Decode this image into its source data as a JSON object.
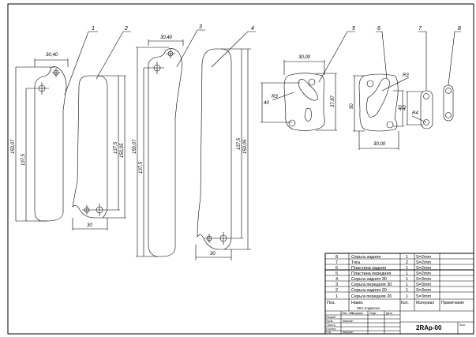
{
  "part_labels": [
    "1",
    "2",
    "3",
    "4",
    "5",
    "6",
    "7",
    "8"
  ],
  "dimensions": {
    "p1_width": "30,40",
    "p1_height": "150,07",
    "p1_hole": "137,5",
    "p2_width": "30",
    "p2_hole": "137,5",
    "p2_height": "150,05",
    "p3_width": "30,40",
    "p3_height": "150,07",
    "p3_hole": "137,5",
    "p4_width": "30",
    "p4_hole": "137,5",
    "p4_height": "150,05",
    "p5_width": "30,00",
    "p5_height": "37,87",
    "p5_hole": "40",
    "p5_radius": "R3",
    "p6_width": "30,00",
    "p6_height": "50",
    "p6_hole": "40",
    "p6_radius": "R3",
    "p7_hole": "40",
    "p7_radius": "R4"
  },
  "title_block": {
    "rows": [
      {
        "pos": "8",
        "name": "Серьга задняя",
        "qty": "1",
        "material": "S=2mm"
      },
      {
        "pos": "7",
        "name": "Тяга",
        "qty": "2",
        "material": "S=2mm"
      },
      {
        "pos": "6",
        "name": "Пластина задняя",
        "qty": "1",
        "material": "S=2mm"
      },
      {
        "pos": "5",
        "name": "Пластина передняя",
        "qty": "1",
        "material": "S=2mm"
      },
      {
        "pos": "4",
        "name": "Серьга задняя 30",
        "qty": "1",
        "material": "S=3mm"
      },
      {
        "pos": "3",
        "name": "Серьга передняя 30",
        "qty": "1",
        "material": "S=3mm"
      },
      {
        "pos": "2",
        "name": "Серьга задняя 20",
        "qty": "1",
        "material": "S=3mm"
      },
      {
        "pos": "1",
        "name": "Серьга передняя 20",
        "qty": "1",
        "material": "S=3mm"
      }
    ],
    "header": {
      "pos": "Поз.",
      "name": "Наим.",
      "subname": "2RA подвеска",
      "qty": "Кол.",
      "material": "Материал",
      "note": "Примечание"
    },
    "sign_cols": [
      "Изм. Лист",
      "№ докум.",
      "Подп.",
      "Дата"
    ],
    "sign_rows": [
      "Разраб.",
      "Пров.",
      "Т.контр.",
      "Н.контр.",
      "Утв."
    ],
    "author": "Аверкин",
    "author2": "Аверкин",
    "code": "2RAp-00",
    "sheet_label": "Лист"
  }
}
